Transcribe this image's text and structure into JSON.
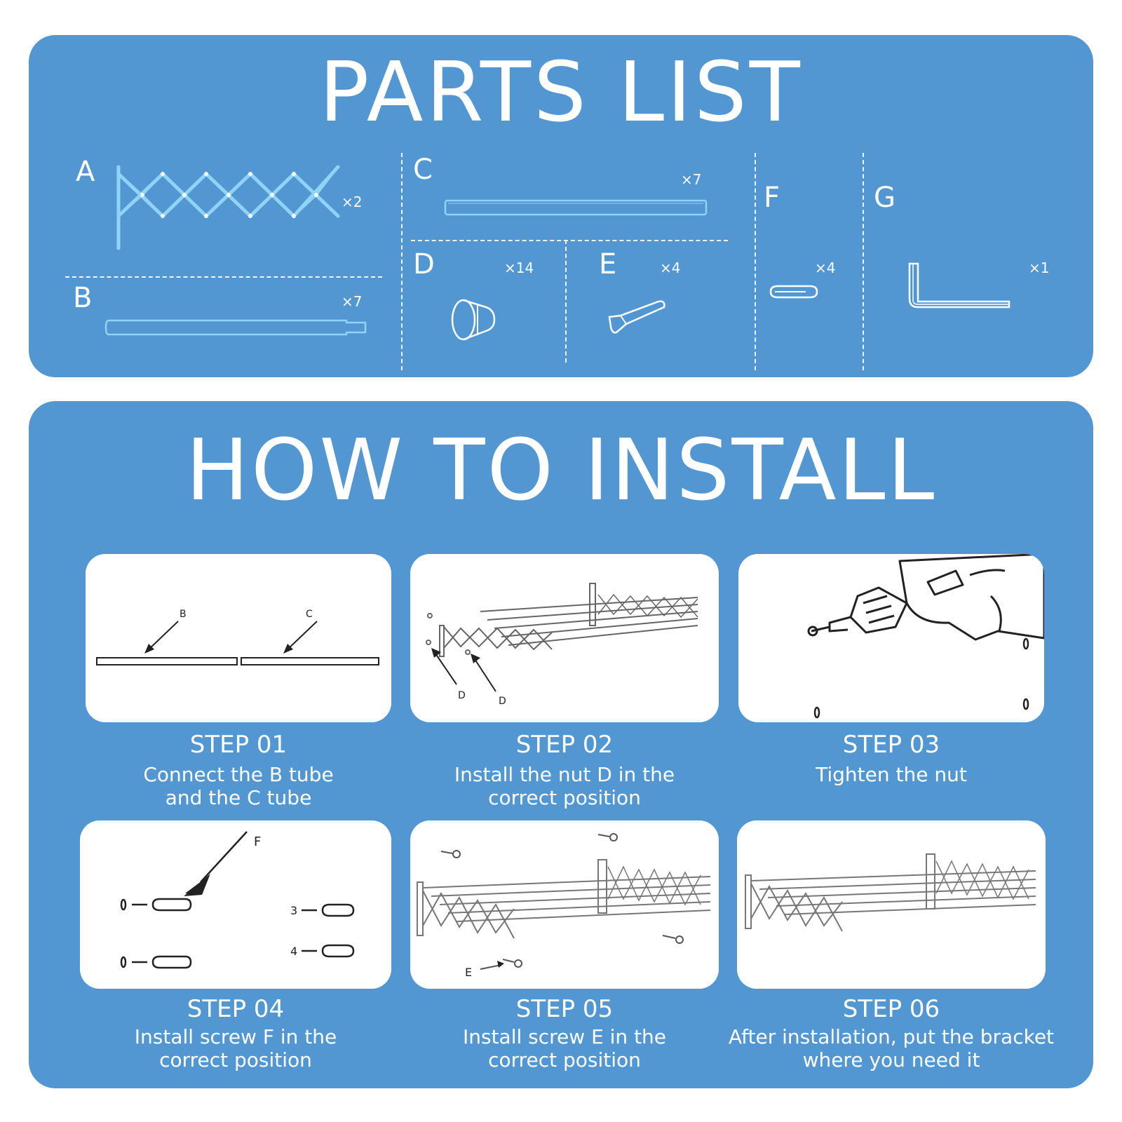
{
  "parts": {
    "title": "PARTS LIST",
    "items": [
      {
        "letter": "A",
        "qty": "×2"
      },
      {
        "letter": "B",
        "qty": "×7"
      },
      {
        "letter": "C",
        "qty": "×7"
      },
      {
        "letter": "D",
        "qty": "×14"
      },
      {
        "letter": "E",
        "qty": "×4"
      },
      {
        "letter": "F",
        "qty": "×4"
      },
      {
        "letter": "G",
        "qty": "×1"
      }
    ]
  },
  "install": {
    "title": "HOW TO INSTALL",
    "steps": [
      {
        "title": "STEP 01",
        "desc": "Connect the B tube\nand the C tube",
        "labels": [
          "B",
          "C"
        ]
      },
      {
        "title": "STEP 02",
        "desc": "Install the nut D in the\ncorrect position",
        "labels": [
          "D",
          "D"
        ]
      },
      {
        "title": "STEP 03",
        "desc": "Tighten the nut"
      },
      {
        "title": "STEP 04",
        "desc": "Install screw F in the\ncorrect position",
        "labels": [
          "F"
        ]
      },
      {
        "title": "STEP 05",
        "desc": "Install screw E in the\ncorrect position",
        "labels": [
          "E"
        ]
      },
      {
        "title": "STEP 06",
        "desc": "After installation, put the bracket\nwhere you need it"
      }
    ]
  },
  "colors": {
    "panel": "#5397d2",
    "part_line": "#8fd3f7",
    "card": "#ffffff",
    "text": "#ffffff"
  }
}
